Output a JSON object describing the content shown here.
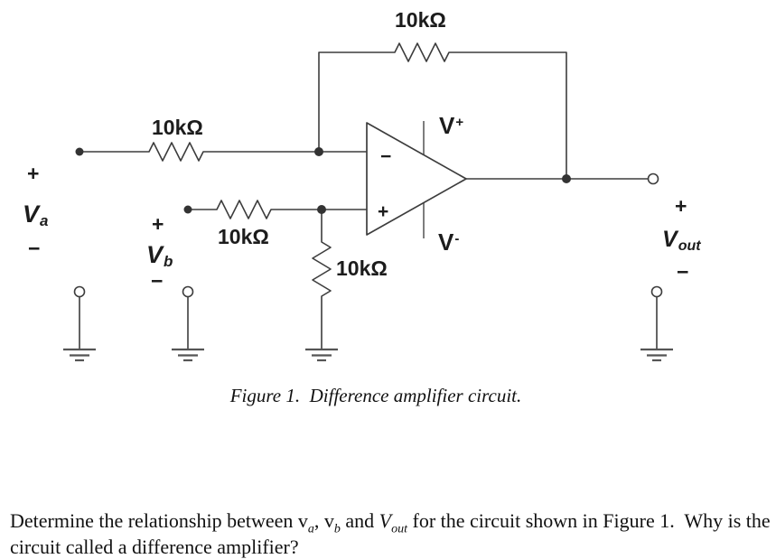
{
  "figure": {
    "resistors": {
      "feedback": "10kΩ",
      "input_a": "10kΩ",
      "input_b": "10kΩ",
      "shunt": "10kΩ"
    },
    "opamp": {
      "inverting_sign": "−",
      "noninverting_sign": "+",
      "positive_supply": {
        "base": "V",
        "sup": "+"
      },
      "negative_supply": {
        "base": "V",
        "sup": "-"
      }
    },
    "terminals": {
      "va": {
        "plus": "+",
        "base": "V",
        "sub": "a",
        "minus": "−"
      },
      "vb": {
        "plus": "+",
        "base": "V",
        "sub": "b",
        "minus": "−"
      },
      "vout": {
        "plus": "+",
        "base": "V",
        "sub": "out",
        "minus": "−"
      }
    },
    "caption": "Figure 1.  Difference amplifier circuit."
  },
  "question": {
    "line1": {
      "t1": "Determine the relationship between v",
      "sub1": "a",
      "t2": ", v",
      "sub2": "b",
      "t3": " and ",
      "v_base": "V",
      "v_sub": "out",
      "t4": " for the circuit shown in Figure 1.  Why is the"
    },
    "line2": "circuit called a difference amplifier?"
  }
}
